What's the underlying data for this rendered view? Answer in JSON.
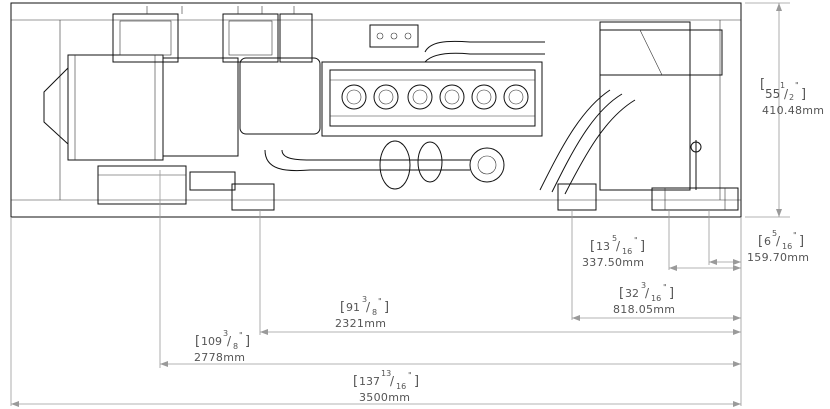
{
  "dimensions": {
    "height_right": {
      "whole": "55",
      "num": "1",
      "den": "2",
      "mm": "410.48mm"
    },
    "right_offset_a": {
      "whole": "13",
      "num": "5",
      "den": "16",
      "mm": "337.50mm"
    },
    "right_offset_b": {
      "whole": "6",
      "num": "5",
      "den": "16",
      "mm": "159.70mm"
    },
    "offset_c": {
      "whole": "32",
      "num": "3",
      "den": "16",
      "mm": "818.05mm"
    },
    "offset_d": {
      "whole": "91",
      "num": "3",
      "den": "8",
      "mm": "2321mm"
    },
    "offset_e": {
      "whole": "109",
      "num": "3",
      "den": "8",
      "mm": "2778mm"
    },
    "overall_length": {
      "whole": "137",
      "num": "13",
      "den": "16",
      "mm": "3500mm"
    }
  },
  "colors": {
    "ink": "#111111",
    "dimension": "#9a9a9a",
    "label": "#555555"
  }
}
